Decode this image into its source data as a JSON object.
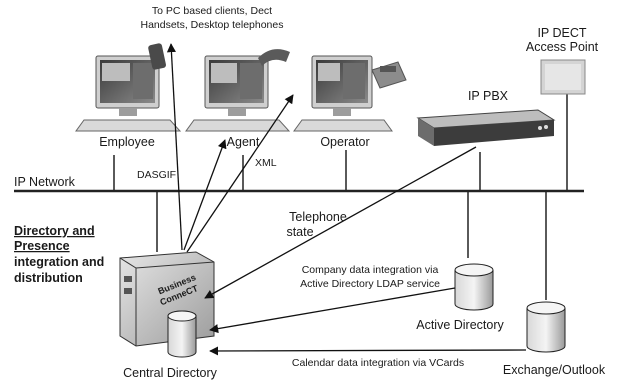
{
  "top_note": {
    "line1": "To PC based clients, Dect",
    "line2": "Handsets, Desktop telephones"
  },
  "devices": {
    "employee": "Employee",
    "agent": "Agent",
    "operator": "Operator",
    "ip_pbx": "IP PBX",
    "ip_dect_line1": "IP DECT",
    "ip_dect_line2": "Access Point"
  },
  "network": {
    "label": "IP Network",
    "dasgif": "DASGIF",
    "xml": "XML"
  },
  "telephone_state": {
    "line1": "Telephone",
    "line2": "state"
  },
  "directory_caption": {
    "line1": "Directory and",
    "line2": "Presence",
    "line3": "integration and",
    "line4": "distribution"
  },
  "server": {
    "brand_line1": "Business",
    "brand_line2": "ConneCT",
    "label": "Central Directory"
  },
  "active_directory": {
    "label": "Active Directory",
    "note_line1": "Company data integration via",
    "note_line2": "Active Directory LDAP service"
  },
  "exchange": {
    "label": "Exchange/Outlook",
    "note": "Calendar data integration via VCards"
  }
}
